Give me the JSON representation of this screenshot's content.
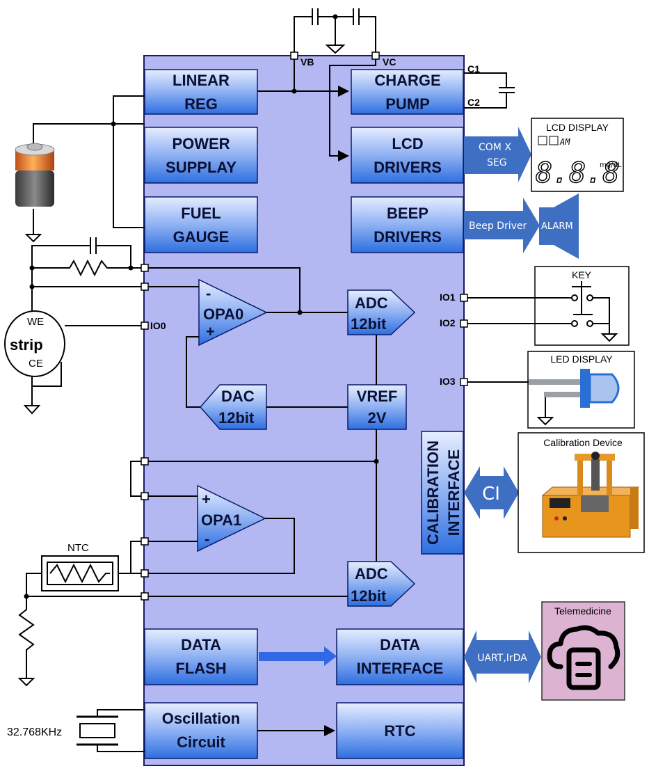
{
  "blocks": {
    "linear_reg": [
      "LINEAR",
      "REG"
    ],
    "power_supply": [
      "POWER",
      "SUPPLAY"
    ],
    "fuel_gauge": [
      "FUEL",
      "GAUGE"
    ],
    "charge_pump": [
      "CHARGE",
      "PUMP"
    ],
    "lcd_drivers": [
      "LCD",
      "DRIVERS"
    ],
    "beep_drivers": [
      "BEEP",
      "DRIVERS"
    ],
    "opa0": [
      "-",
      "OPA0",
      "+"
    ],
    "adc_top": [
      "ADC",
      "12bit"
    ],
    "dac": [
      "DAC",
      "12bit"
    ],
    "vref": [
      "VREF",
      "2V"
    ],
    "opa1": [
      "+",
      "OPA1",
      "-"
    ],
    "adc_bottom": [
      "ADC",
      "12bit"
    ],
    "calibration_interface": [
      "CALIBRATION",
      "INTERFACE"
    ],
    "data_flash": [
      "DATA",
      "FLASH"
    ],
    "data_interface": [
      "DATA",
      "INTERFACE"
    ],
    "oscillation_circuit": [
      "Oscillation",
      "Circuit"
    ],
    "rtc": "RTC"
  },
  "pins": {
    "vb": "VB",
    "vc": "VC",
    "c1": "C1",
    "c2": "C2",
    "io0": "IO0",
    "io1": "IO1",
    "io2": "IO2",
    "io3": "IO3"
  },
  "arrows": {
    "lcd": [
      "COM X",
      "SEG"
    ],
    "beep": "Beep Driver",
    "alarm": "ALARM",
    "ci": "CI",
    "uart": "UART,IrDA"
  },
  "external": {
    "lcd_display_title": "LCD DISPLAY",
    "lcd_display_segments_top": "AM",
    "lcd_display_digits": "8.8.8",
    "lcd_display_unit": "mg/dL",
    "key_title": "KEY",
    "led_display_title": "LED DISPLAY",
    "calibration_device_title": "Calibration Device",
    "telemedicine_title": "Telemedicine",
    "strip_label": "strip",
    "we_label": "WE",
    "ce_label": "CE",
    "ntc_label": "NTC",
    "crystal_label": "32.768KHz"
  },
  "colors": {
    "chip_bg": "#b3b8f2",
    "block_top": "#dce6ff",
    "block_bottom": "#3c78e0",
    "arrow": "#3f6fc2",
    "telemedicine_bg": "#dcb4d2"
  }
}
